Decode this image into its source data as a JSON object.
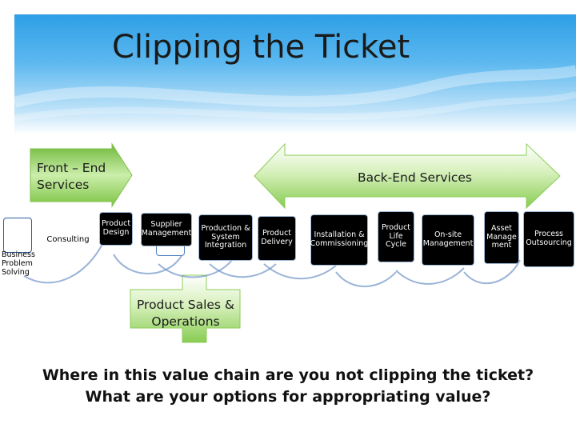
{
  "title": "Clipping the Ticket",
  "arrows": {
    "front_end": "Front – End Services",
    "back_end": "Back-End Services",
    "sales_ops": "Product Sales & Operations"
  },
  "chain": {
    "business_problem_solving": "Business Problem Solving",
    "consulting": "Consulting",
    "product_design": "Product Design",
    "supplier_management": "Supplier Management",
    "production_integration": "Production & System Integration",
    "product_delivery": "Product Delivery",
    "installation_commissioning": "Installation & Commissioning",
    "product_lifecycle": "Product Life Cycle",
    "onsite_management": "On-site Management",
    "asset_management": "Asset Manage ment",
    "process_outsourcing": "Process Outsourcing"
  },
  "question": {
    "line1": "Where in this value chain are you not clipping the ticket?",
    "line2": "What are your options for appropriating value?"
  },
  "colors": {
    "arrow_green": "#8fd14f",
    "header_blue": "#2e9fe6",
    "card": "#000000"
  }
}
